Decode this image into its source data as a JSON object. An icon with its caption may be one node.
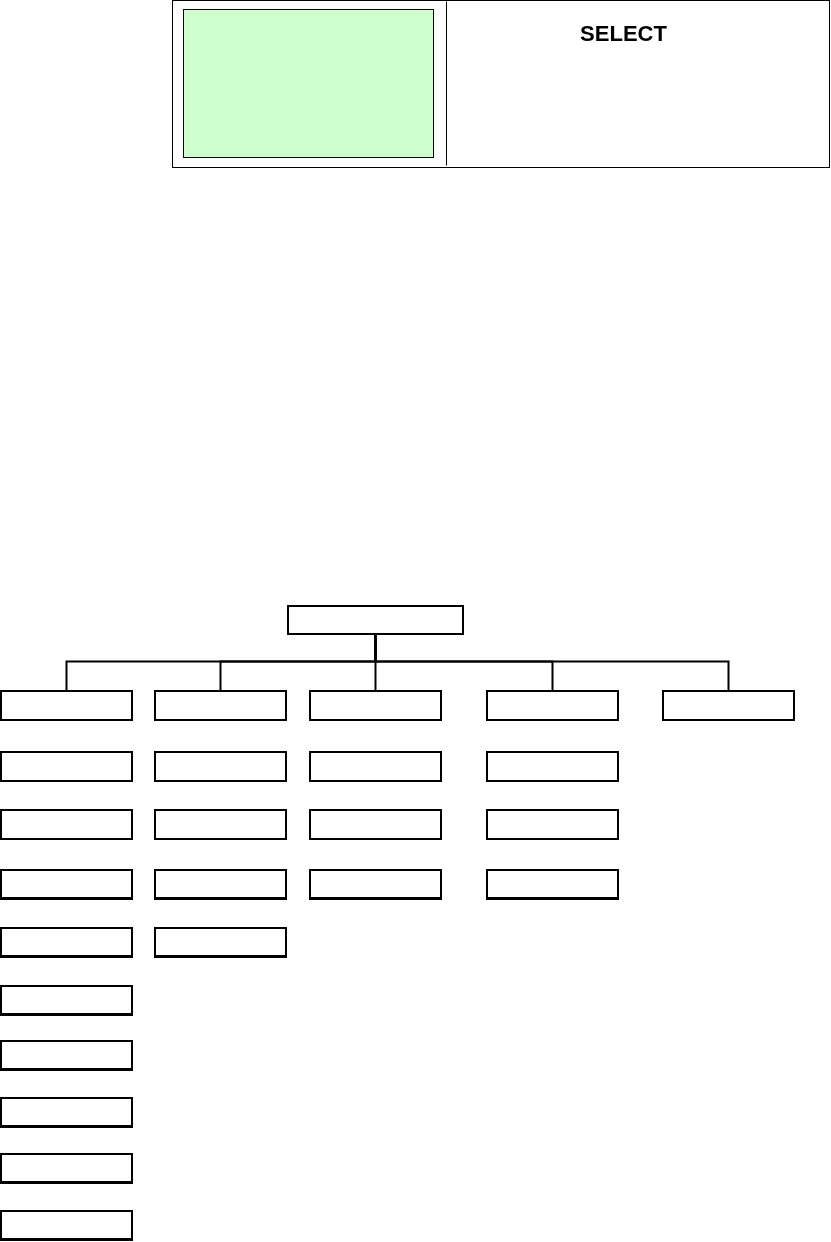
{
  "diagram": {
    "nodes": [
      {
        "text": [],
        "shape": "box"
      },
      {
        "text": [],
        "shape": "box",
        "in": 0
      },
      {
        "text": [
          "SELECT"
        ],
        "in": 0
      },
      {
        "text": [],
        "shape": "box"
      },
      {
        "text": [],
        "shape": "box"
      },
      {
        "text": [],
        "shape": "box"
      },
      {
        "text": [],
        "shape": "box"
      },
      {
        "text": [],
        "shape": "box"
      },
      {
        "text": [],
        "shape": "box"
      },
      {
        "text": [],
        "shape": "box"
      },
      {
        "text": [],
        "shape": "box"
      },
      {
        "text": [],
        "shape": "box"
      },
      {
        "text": [],
        "shape": "box"
      },
      {
        "text": [],
        "shape": "box"
      },
      {
        "text": [],
        "shape": "box"
      },
      {
        "text": [],
        "shape": "box"
      },
      {
        "text": [],
        "shape": "box"
      },
      {
        "text": [],
        "shape": "box"
      },
      {
        "text": [],
        "shape": "box"
      },
      {
        "text": [],
        "shape": "box"
      },
      {
        "text": [],
        "shape": "box"
      },
      {
        "text": [],
        "shape": "box"
      },
      {
        "text": [],
        "shape": "box"
      },
      {
        "text": [],
        "shape": "box"
      },
      {
        "text": [],
        "shape": "box"
      },
      {
        "text": [],
        "shape": "box"
      },
      {
        "text": [],
        "shape": "box"
      },
      {
        "text": [],
        "shape": "box"
      }
    ],
    "edges": [
      {
        "from": 3,
        "to": 4,
        "arrow": "none"
      },
      {
        "from": 3,
        "to": 5,
        "arrow": "none"
      },
      {
        "from": 3,
        "to": 6,
        "arrow": "none"
      },
      {
        "from": 3,
        "to": 7,
        "arrow": "none"
      },
      {
        "from": 3,
        "to": 8,
        "arrow": "none"
      }
    ]
  }
}
